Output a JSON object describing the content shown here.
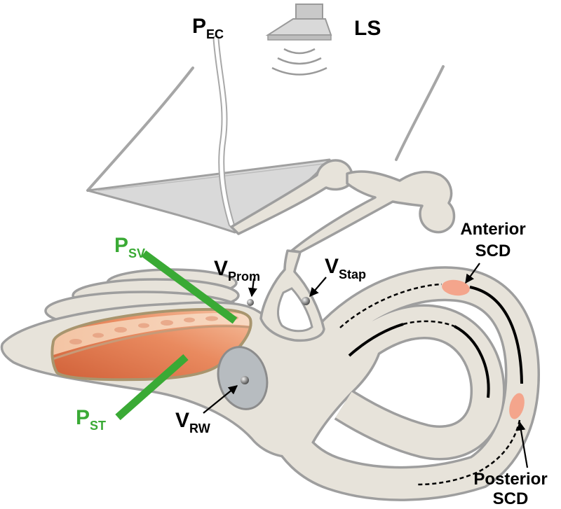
{
  "labels": {
    "p_ec": {
      "main": "P",
      "sub": "EC"
    },
    "ls": "LS",
    "p_sv": {
      "main": "P",
      "sub": "SV"
    },
    "v_prom": {
      "main": "V",
      "sub": "Prom"
    },
    "v_stap": {
      "main": "V",
      "sub": "Stap"
    },
    "anterior_scd": {
      "line1": "Anterior",
      "line2": "SCD"
    },
    "p_st": {
      "main": "P",
      "sub": "ST"
    },
    "v_rw": {
      "main": "V",
      "sub": "RW"
    },
    "posterior_scd": {
      "line1": "Posterior",
      "line2": "SCD"
    }
  },
  "colors": {
    "label_text": "#000000",
    "pressure_sensor": "#3aaa35",
    "bone": "#e7e3da",
    "outline": "#9e9e9e",
    "dehiscence": "#f4a58c",
    "round_window": "#b7bcc0",
    "membrane": "#d9d9d9"
  }
}
